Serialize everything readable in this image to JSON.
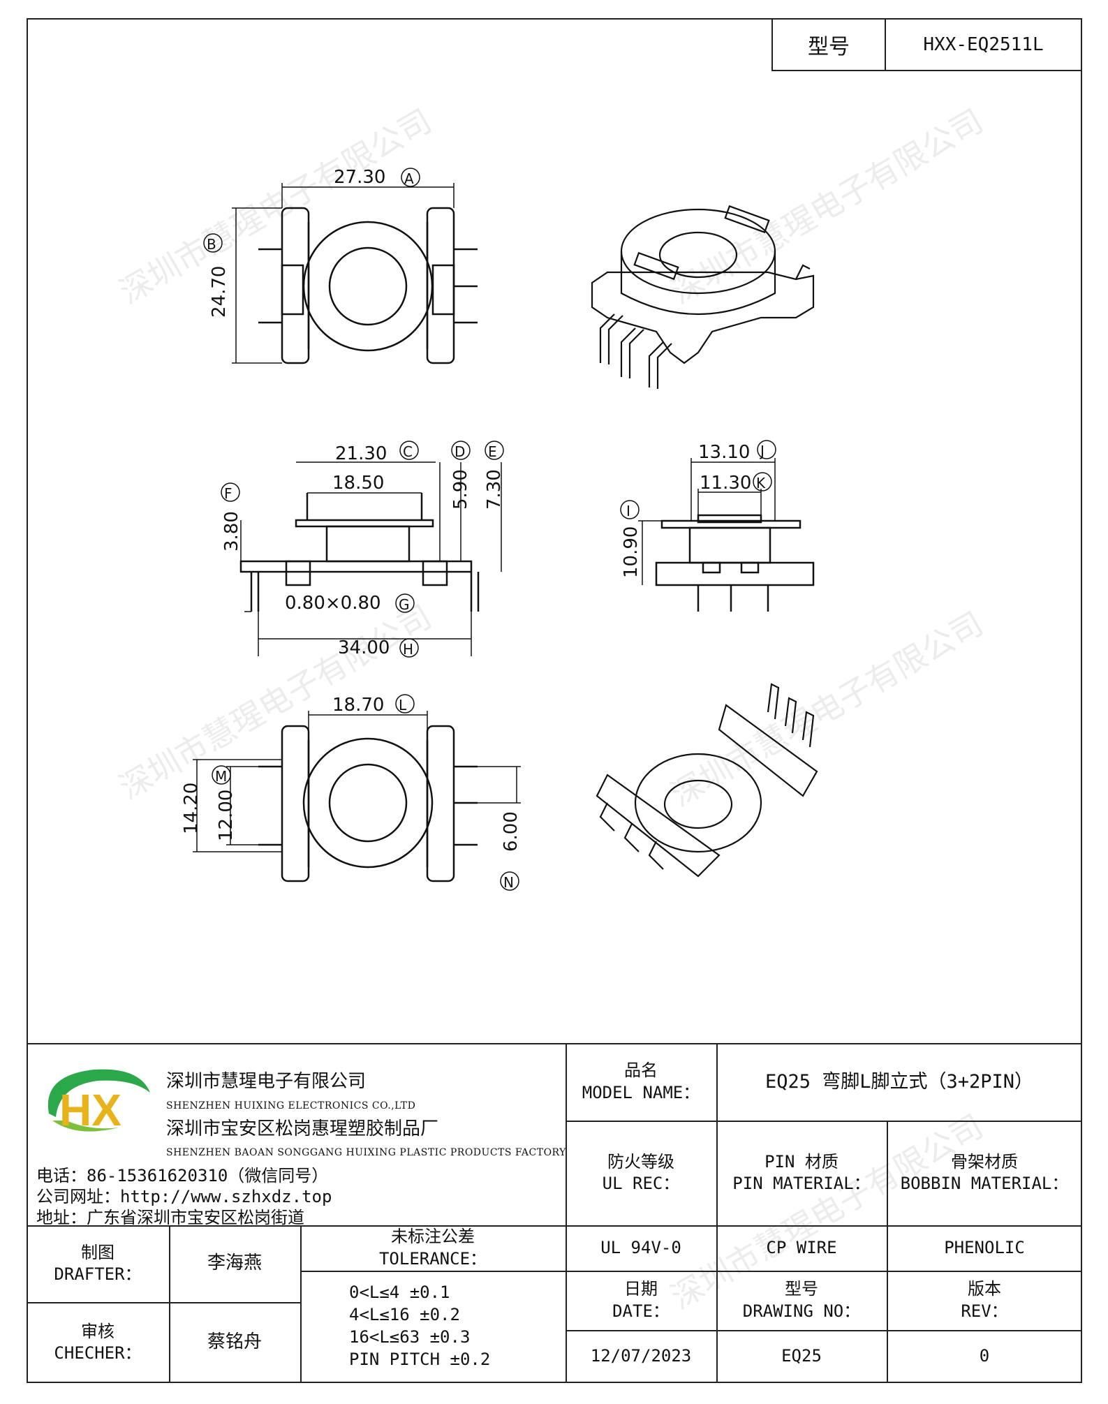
{
  "header": {
    "model_label": "型号",
    "model_value": "HXX-EQ2511L"
  },
  "dimensions": {
    "A": "27.30",
    "B": "24.70",
    "C": "21.30",
    "c_inner": "18.50",
    "D": "5.90",
    "E": "7.30",
    "F": "3.80",
    "G": "0.80×0.80",
    "H": "34.00",
    "J": "13.10",
    "K": "11.30",
    "I": "10.90",
    "L": "18.70",
    "M": "12.00",
    "m_outer": "14.20",
    "N": "6.00"
  },
  "watermark": "深圳市慧瑆电子有限公司",
  "company": {
    "logo": "HX",
    "name_cn": "深圳市慧瑆电子有限公司",
    "name_en": "SHENZHEN HUIXING ELECTRONICS CO.,LTD",
    "factory_cn": "深圳市宝安区松岗惠瑆塑胶制品厂",
    "factory_en": "SHENZHEN BAOAN SONGGANG HUIXING PLASTIC PRODUCTS FACTORY",
    "phone": "电话：86-15361620310（微信同号）",
    "website": "公司网址：http://www.szhxdz.top",
    "address": "地址：广东省深圳市宝安区松岗街道"
  },
  "title_block": {
    "model_name_cn": "品名",
    "model_name_en": "MODEL NAME：",
    "model_name_value": "EQ25 弯脚L脚立式（3+2PIN）",
    "ul_cn": "防火等级",
    "ul_en": "UL REC：",
    "ul_value": "UL 94V-0",
    "pin_cn": "PIN 材质",
    "pin_en": "PIN MATERIAL：",
    "pin_value": "CP WIRE",
    "bobbin_cn": "骨架材质",
    "bobbin_en": "BOBBIN MATERIAL：",
    "bobbin_value": "PHENOLIC",
    "drafter_cn": "制图",
    "drafter_en": "DRAFTER：",
    "drafter_value": "李海燕",
    "checker_cn": "审核",
    "checker_en": "CHECHER：",
    "checker_value": "蔡铭舟",
    "tolerance_cn": "未标注公差",
    "tolerance_en": "TOLERANCE：",
    "tolerances": [
      "0<L≤4  ±0.1",
      "4<L≤16 ±0.2",
      "16<L≤63 ±0.3",
      "PIN PITCH ±0.2"
    ],
    "date_cn": "日期",
    "date_en": "DATE：",
    "date_value": "12/07/2023",
    "drawing_cn": "型号",
    "drawing_en": "DRAWING NO：",
    "drawing_value": "EQ25",
    "rev_cn": "版本",
    "rev_en": "REV：",
    "rev_value": "0"
  }
}
